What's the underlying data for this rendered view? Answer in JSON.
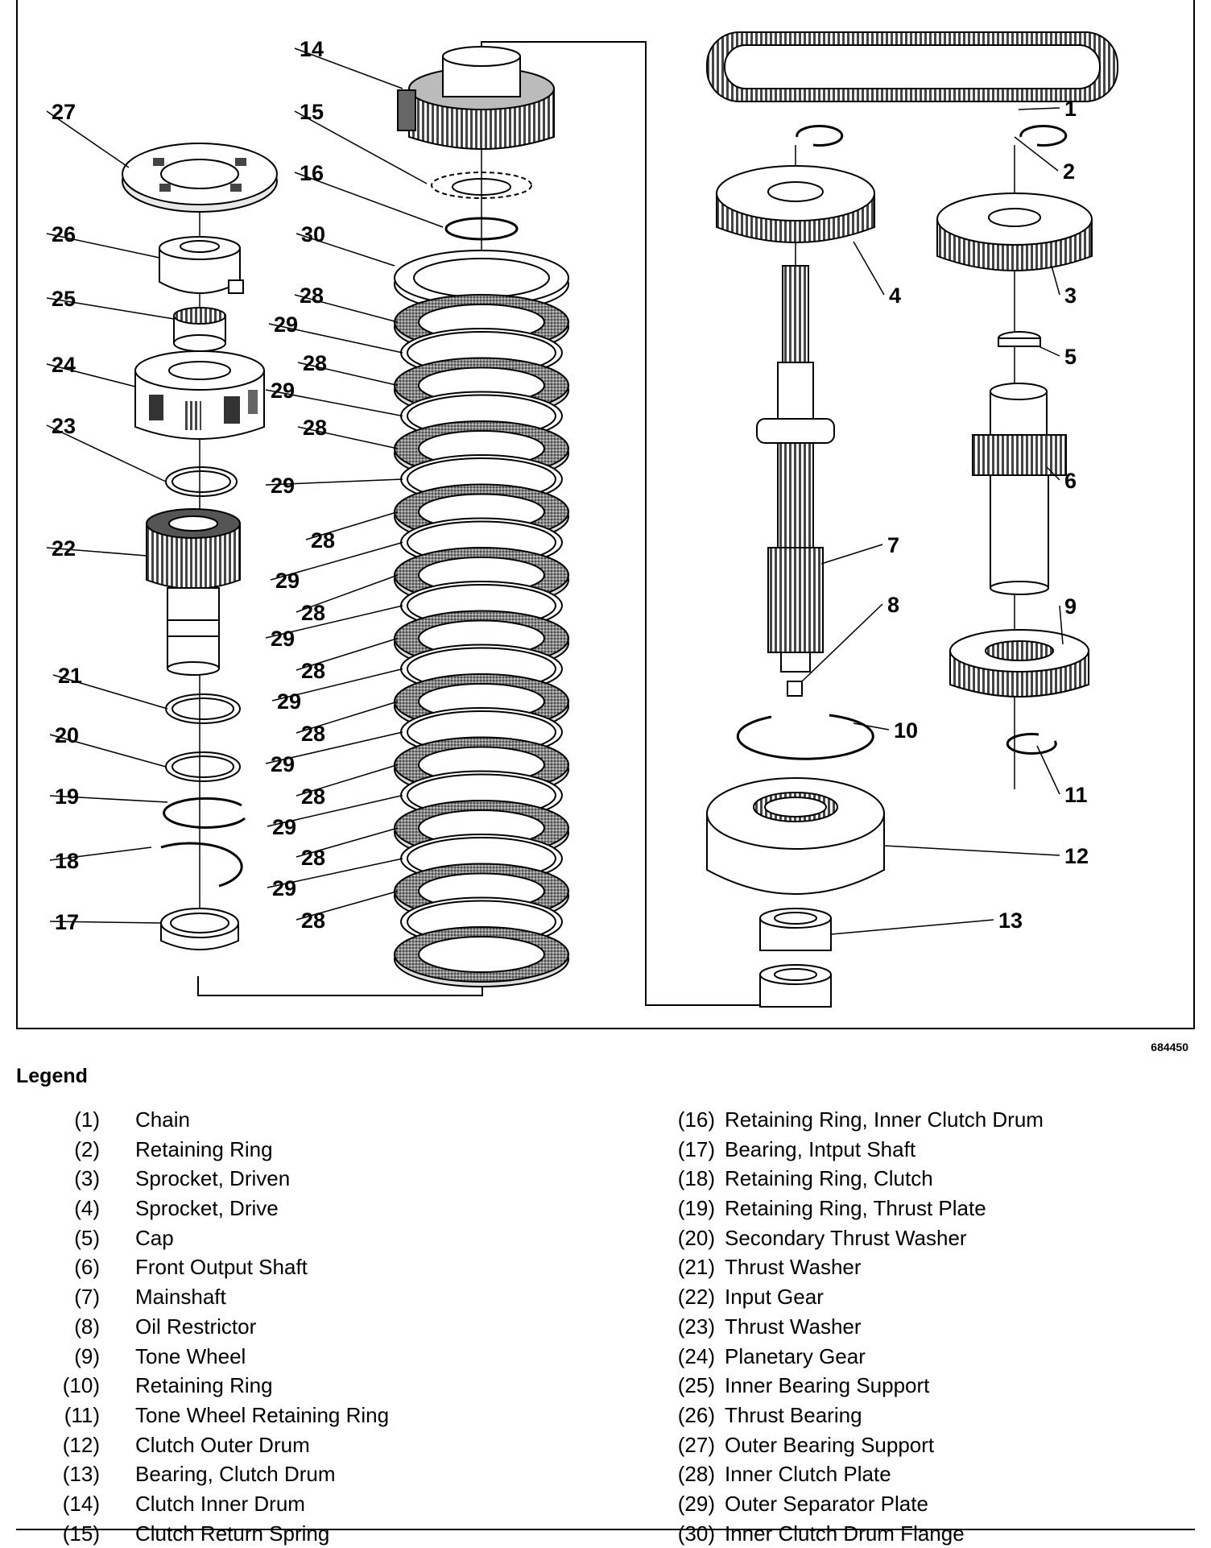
{
  "figure_id": "684450",
  "legend_title": "Legend",
  "callouts": [
    "1",
    "2",
    "3",
    "4",
    "5",
    "6",
    "7",
    "8",
    "9",
    "10",
    "11",
    "12",
    "13",
    "14",
    "15",
    "16",
    "17",
    "18",
    "19",
    "20",
    "21",
    "22",
    "23",
    "24",
    "25",
    "26",
    "27",
    "28",
    "29",
    "30"
  ],
  "legend_left": [
    {
      "num": "(1)",
      "text": "Chain"
    },
    {
      "num": "(2)",
      "text": "Retaining Ring"
    },
    {
      "num": "(3)",
      "text": "Sprocket, Driven"
    },
    {
      "num": "(4)",
      "text": "Sprocket, Drive"
    },
    {
      "num": "(5)",
      "text": "Cap"
    },
    {
      "num": "(6)",
      "text": "Front Output Shaft"
    },
    {
      "num": "(7)",
      "text": "Mainshaft"
    },
    {
      "num": "(8)",
      "text": "Oil Restrictor"
    },
    {
      "num": "(9)",
      "text": "Tone Wheel"
    },
    {
      "num": "(10)",
      "text": "Retaining Ring"
    },
    {
      "num": "(11)",
      "text": "Tone Wheel Retaining Ring"
    },
    {
      "num": "(12)",
      "text": "Clutch Outer Drum"
    },
    {
      "num": "(13)",
      "text": "Bearing, Clutch Drum"
    },
    {
      "num": "(14)",
      "text": "Clutch Inner Drum"
    },
    {
      "num": "(15)",
      "text": "Clutch Return Spring"
    }
  ],
  "legend_right": [
    {
      "num": "(16)",
      "text": "Retaining Ring, Inner Clutch Drum"
    },
    {
      "num": "(17)",
      "text": "Bearing, Intput Shaft"
    },
    {
      "num": "(18)",
      "text": "Retaining Ring, Clutch"
    },
    {
      "num": "(19)",
      "text": "Retaining Ring, Thrust Plate"
    },
    {
      "num": "(20)",
      "text": "Secondary Thrust Washer"
    },
    {
      "num": "(21)",
      "text": "Thrust Washer"
    },
    {
      "num": "(22)",
      "text": "Input Gear"
    },
    {
      "num": "(23)",
      "text": "Thrust Washer"
    },
    {
      "num": "(24)",
      "text": "Planetary Gear"
    },
    {
      "num": "(25)",
      "text": "Inner Bearing Support"
    },
    {
      "num": "(26)",
      "text": "Thrust Bearing"
    },
    {
      "num": "(27)",
      "text": "Outer Bearing Support"
    },
    {
      "num": "(28)",
      "text": "Inner Clutch Plate"
    },
    {
      "num": "(29)",
      "text": "Outer Separator Plate"
    },
    {
      "num": "(30)",
      "text": "Inner Clutch Drum Flange"
    }
  ]
}
